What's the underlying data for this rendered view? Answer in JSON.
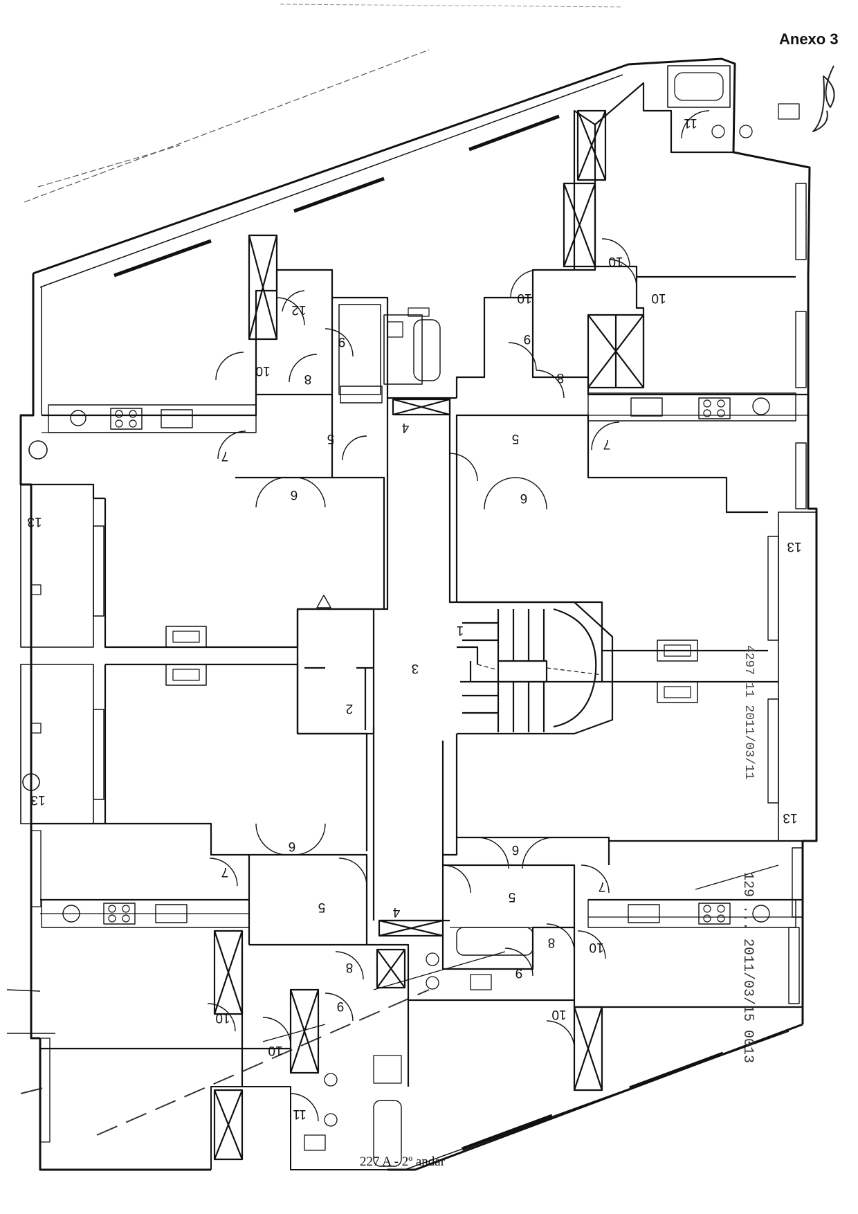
{
  "header": {
    "annex_label": "Anexo 3"
  },
  "caption": "227 A - 2º andar",
  "stamps": {
    "right_stamp": "129 ... 2011/03/15 0013",
    "center_stamp": "4297 11 2011/03/11"
  },
  "room_numbers": [
    "1",
    "2",
    "3",
    "4",
    "5",
    "6",
    "7",
    "8",
    "9",
    "10",
    "11",
    "12",
    "13"
  ]
}
